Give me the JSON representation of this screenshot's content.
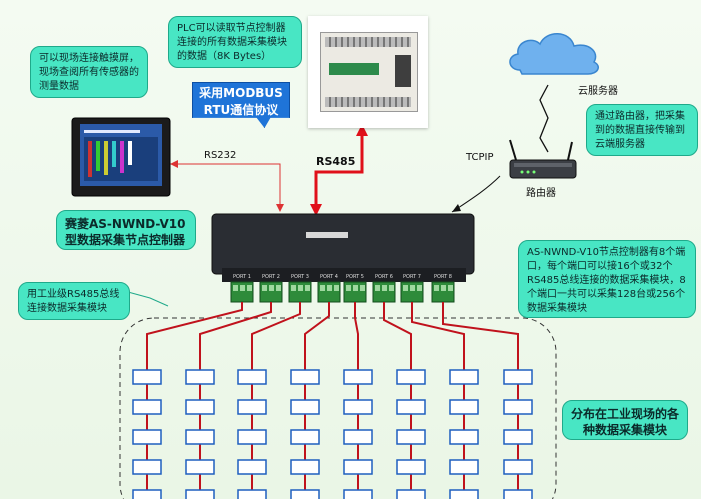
{
  "callouts": {
    "plc_note": "PLC可以读取节点控制器连接的所有数据采集模块的数据（8K Bytes）",
    "touchscreen_note": "可以现场连接触摸屏，现场查阅所有传感器的测量数据",
    "router_note": "通过路由器，把采集到的数据直接传输到云端服务器",
    "controller_name": "赛菱AS-NWND-V10型数据采集节点控制器",
    "rs485_bus_note": "用工业级RS485总线连接数据采集模块",
    "capacity_note": "AS-NWND-V10节点控制器有8个端口，每个端口可以接16个或32个RS485总线连接的数据采集模块，8个端口一共可以采集128台或256个数据采集模块",
    "field_modules_note": "分布在工业现场的各种数据采集模块"
  },
  "banner": {
    "modbus": "采用MODBUS RTU通信协议"
  },
  "labels": {
    "cloud_server": "云服务器",
    "router": "路由器",
    "tcpip": "TCPIP",
    "rs232": "RS232",
    "rs485": "RS485"
  },
  "controller": {
    "ports": [
      "PORT 1",
      "PORT 2",
      "PORT 3",
      "PORT 4",
      "PORT 5",
      "PORT 6",
      "PORT 7",
      "PORT 8"
    ]
  },
  "colors": {
    "callout": "#48e6c4",
    "bus_line": "#c0121c",
    "module_border": "#1e5fbf",
    "modbus_banner": "#1f74d8",
    "terminal": "#2e8b3a"
  },
  "icons": [
    "cloud-icon",
    "router-icon",
    "plc-device",
    "touchscreen-device",
    "controller-device"
  ]
}
